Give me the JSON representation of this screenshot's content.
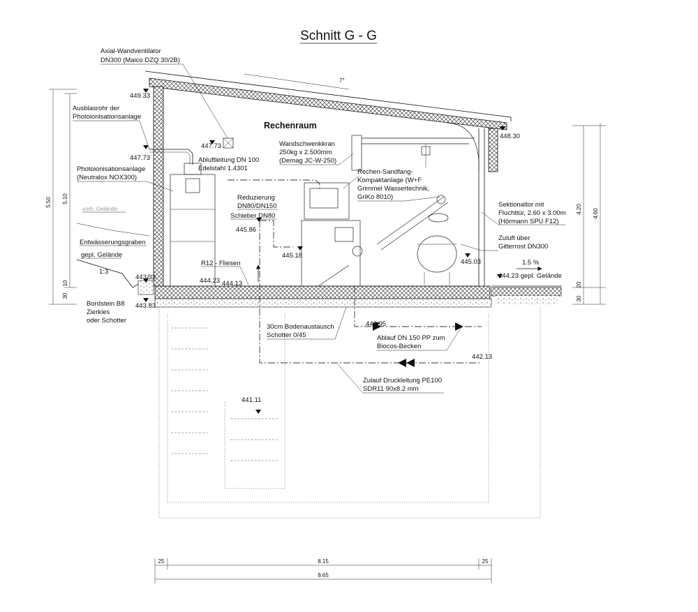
{
  "title": "Schnitt G - G",
  "room": "Rechenraum",
  "labels": {
    "fan_1": "Axial-Wandventilator",
    "fan_2": "DN300 (Maico DZQ 30/2B)",
    "exhaust_pipe_1": "Ausblasrohr der",
    "exhaust_pipe_2": "Photoionisationsanlage",
    "pio_1": "Photoionisationsanlage",
    "pio_2": "(Neutralox NOX300)",
    "vorh_gelaende": "vorh. Gelände",
    "drain_ditch": "Entwässerungsgraben",
    "gepl_gelaende": "gepl. Gelände",
    "slope": "1:3",
    "curb_1": "Bordstein B8",
    "curb_2": "Zierkies",
    "curb_3": "oder Schotter",
    "exhaust_line_1": "Abluftleitung DN 100",
    "exhaust_line_2": "Edelstahl 1.4301",
    "reducer_1": "Reduzierung",
    "reducer_2": "DN80/DN150",
    "valve": "Schieber DN80",
    "tiles": "R12 - Fliesen",
    "crane_1": "Wandschwenkkran",
    "crane_2": "250kg x 2.500mm",
    "crane_3": "(Demag JC-W-250)",
    "screen_1": "Rechen-Sandfang-",
    "screen_2": "Kompaktanlage (W+F",
    "screen_3": "Grimmel Wassertechnik,",
    "screen_4": "GriKo 8010)",
    "door_1": "Sektionaltor mit",
    "door_2": "Fluchttür, 2.60 x 3.00m",
    "door_3": "(Hörmann SPU F12)",
    "intake_1": "Zuluft über",
    "intake_2": "Gitterrost DN300",
    "gradient": "1.5 %",
    "ground_right": "444.23 gepl. Gelände",
    "soil_1": "30cm Bodenaustausch",
    "soil_2": "Schotter 0/45",
    "drain_1": "Ablauf DN 150 PP zum",
    "drain_2": "Biocos-Becken",
    "inflow_1": "Zulauf Druckleitung PE100",
    "inflow_2": "SDR11 90x8.2 mm"
  },
  "levels": {
    "roof_left": "449.33",
    "roof_right": "448.30",
    "pipe_top_left": "447.73",
    "fan_level": "447.73",
    "l_445_86": "445.86",
    "l_445_18": "445.18",
    "l_445_03": "445.03",
    "l_443_33": "443.33",
    "l_444_23": "444.23",
    "l_444_13": "444.13",
    "l_443_83": "443.83",
    "l_442_95": "442.95",
    "l_442_13": "442.13",
    "l_441_11": "441.11"
  },
  "dimensions": {
    "left_outer": "5.50",
    "left_inner": "5.10",
    "left_30": "30",
    "left_10": "10",
    "right_outer": "4.60",
    "right_inner": "4.20",
    "right_20": "20",
    "right_30": "30",
    "bottom_wall_left": "25",
    "bottom_inner": "8.15",
    "bottom_wall_right": "25",
    "bottom_total": "8.65",
    "roof_pitch": "7°"
  }
}
